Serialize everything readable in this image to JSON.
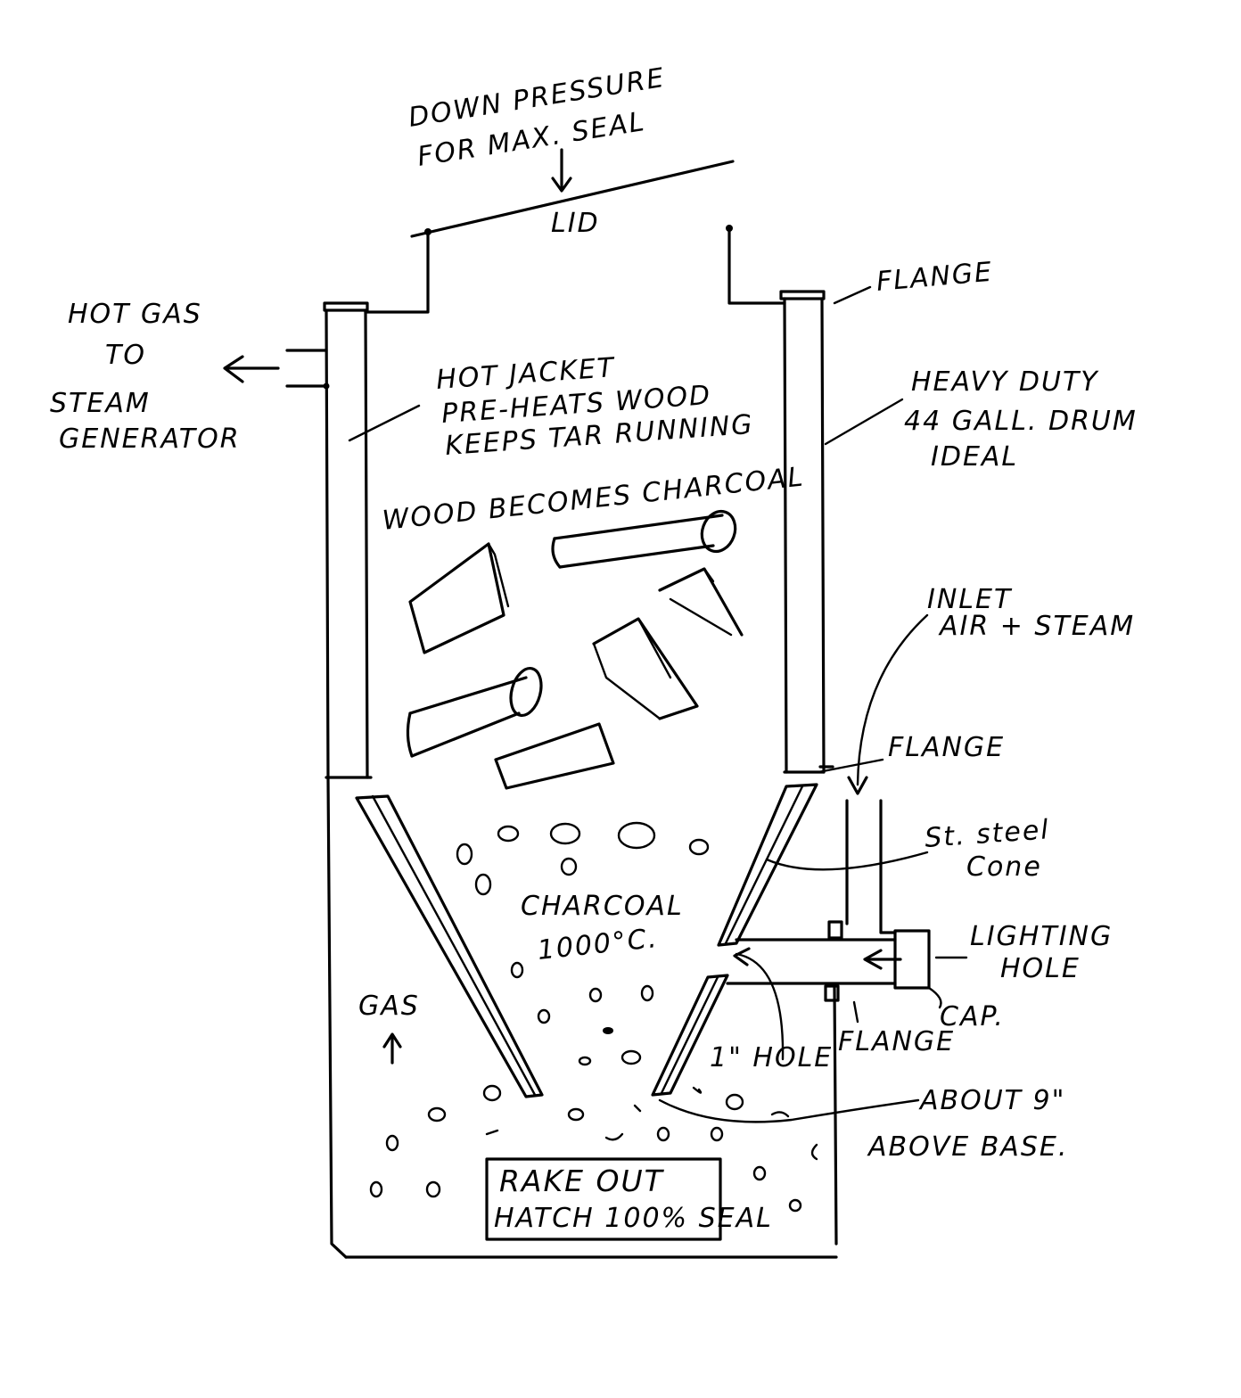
{
  "labels": {
    "down_pressure_1": "DOWN PRESSURE",
    "down_pressure_2": "FOR MAX. SEAL",
    "lid": "LID",
    "flange_top": "FLANGE",
    "hot_gas_1": "HOT GAS",
    "hot_gas_2": "TO",
    "hot_gas_3": "STEAM",
    "hot_gas_4": "GENERATOR",
    "hot_jacket_1": "HOT JACKET",
    "hot_jacket_2": "PRE-HEATS WOOD",
    "hot_jacket_3": "KEEPS TAR RUNNING",
    "heavy_duty_1": "HEAVY DUTY",
    "heavy_duty_2": "44 GALL. DRUM",
    "heavy_duty_3": "IDEAL",
    "wood_becomes": "WOOD BECOMES CHARCOAL",
    "inlet_1": "INLET",
    "inlet_2": "AIR + STEAM",
    "flange_mid": "FLANGE",
    "st_steel_1": "St. steel",
    "st_steel_2": "Cone",
    "charcoal_1": "CHARCOAL",
    "charcoal_2": "1000°C.",
    "lighting_1": "LIGHTING",
    "lighting_2": "HOLE",
    "cap": "CAP.",
    "gas": "GAS",
    "one_inch_hole": "1\" HOLE",
    "flange_low": "FLANGE",
    "about_1": "ABOUT 9\"",
    "about_2": "ABOVE BASE.",
    "rake_1": "RAKE OUT",
    "rake_2": "HATCH 100% SEAL"
  },
  "colors": {
    "ink": "#000000",
    "paper": "#ffffff"
  }
}
